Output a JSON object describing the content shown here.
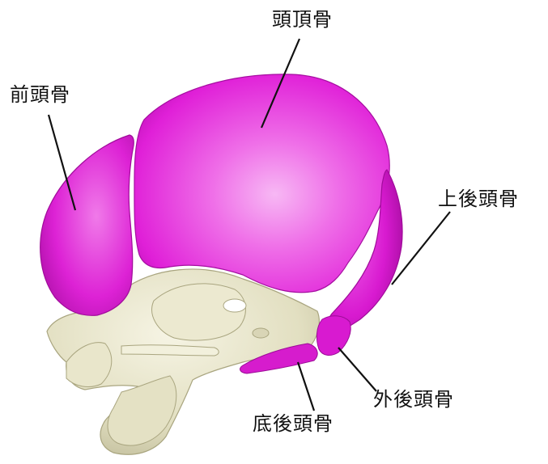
{
  "labels": {
    "parietal": "頭頂骨",
    "frontal": "前頭骨",
    "superior_occipital": "上後頭骨",
    "exoccipital": "外後頭骨",
    "basioccipital": "底後頭骨"
  },
  "colors": {
    "highlighted_bone": "#e020d8",
    "other_bone": "#e6e3c6",
    "leader_line": "#111111",
    "text": "#111111"
  }
}
